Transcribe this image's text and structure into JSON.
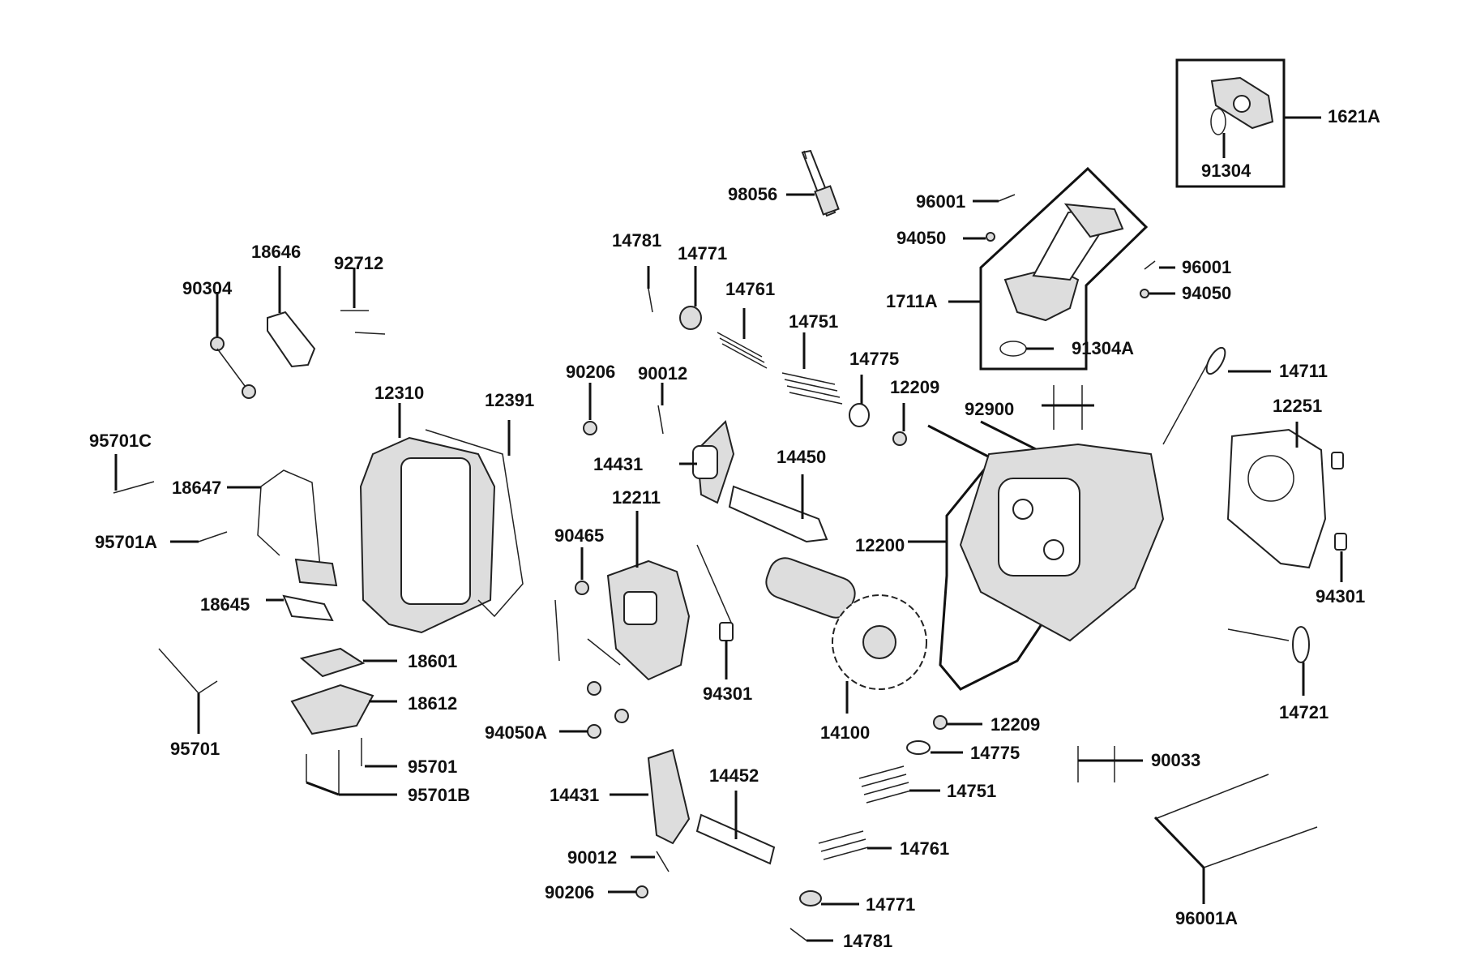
{
  "diagram": {
    "labels": {
      "p1621A": "1621A",
      "p91304": "91304",
      "p98056": "98056",
      "p96001_a": "96001",
      "p94050_a": "94050",
      "p96001_b": "96001",
      "p94050_b": "94050",
      "p1711A": "1711A",
      "p91304A": "91304A",
      "p14711": "14711",
      "p12251": "12251",
      "p94301_r": "94301",
      "p14721": "14721",
      "p90033": "90033",
      "p96001A": "96001A",
      "p92900": "92900",
      "p12209_a": "12209",
      "p14775_a": "14775",
      "p14751_a": "14751",
      "p14761_a": "14761",
      "p14771_a": "14771",
      "p14781_a": "14781",
      "p18646": "18646",
      "p92712": "92712",
      "p90304": "90304",
      "p12310": "12310",
      "p12391": "12391",
      "p95701C": "95701C",
      "p18647": "18647",
      "p95701A": "95701A",
      "p18645": "18645",
      "p18601": "18601",
      "p18612": "18612",
      "p95701_l": "95701",
      "p95701_m": "95701",
      "p95701B": "95701B",
      "p90206_a": "90206",
      "p90012_a": "90012",
      "p14431_a": "14431",
      "p14450": "14450",
      "p12211": "12211",
      "p90465": "90465",
      "p94301_m": "94301",
      "p94050A": "94050A",
      "p12200": "12200",
      "p14100": "14100",
      "p12209_b": "12209",
      "p14775_b": "14775",
      "p14751_b": "14751",
      "p14761_b": "14761",
      "p14771_b": "14771",
      "p14781_b": "14781",
      "p14431_b": "14431",
      "p14452": "14452",
      "p90012_b": "90012",
      "p90206_b": "90206"
    }
  }
}
